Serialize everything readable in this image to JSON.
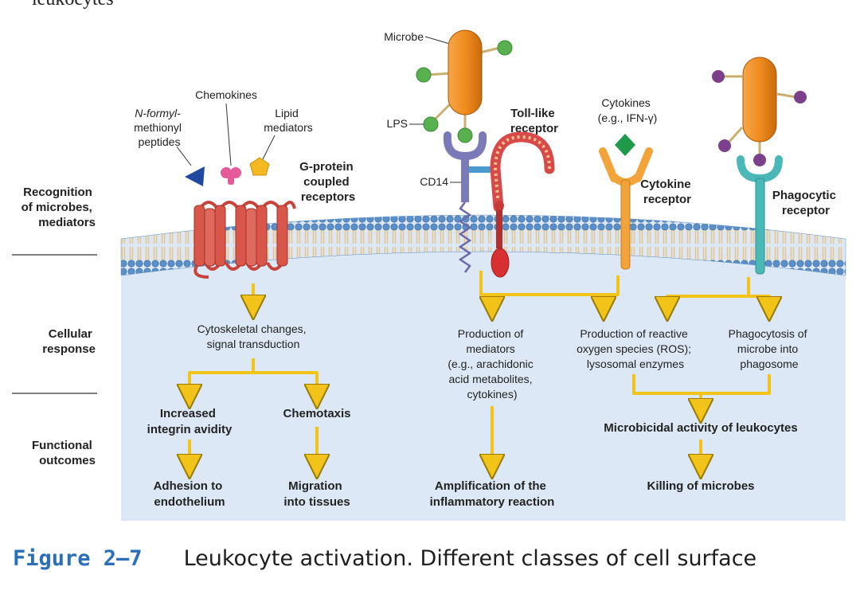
{
  "header_snippet": "leukocytes",
  "caption": {
    "figure_number": "Figure 2–7",
    "text": "Leukocyte activation. Different classes of cell surface"
  },
  "rows": {
    "recognition": [
      "Recognition",
      "of microbes,",
      "mediators"
    ],
    "cellular": [
      "Cellular",
      "response"
    ],
    "functional": [
      "Functional",
      "outcomes"
    ]
  },
  "ligands": {
    "formyl": [
      "N-formyl-",
      "methionyl",
      "peptides"
    ],
    "chemokines": "Chemokines",
    "lipid": [
      "Lipid",
      "mediators"
    ],
    "microbe": "Microbe",
    "lps": "LPS",
    "cd14": "CD14",
    "cytokines": [
      "Cytokines",
      "(e.g., IFN-γ)"
    ]
  },
  "receptors": {
    "gpcr": [
      "G-protein",
      "coupled",
      "receptors"
    ],
    "tlr": [
      "Toll-like",
      "receptor"
    ],
    "cytokine": [
      "Cytokine",
      "receptor"
    ],
    "phagocytic": [
      "Phagocytic",
      "receptor"
    ]
  },
  "responses": {
    "cytoskeletal": [
      "Cytoskeletal changes,",
      "signal transduction"
    ],
    "mediators": [
      "Production of",
      "mediators",
      "(e.g., arachidonic",
      "acid metabolites,",
      "cytokines)"
    ],
    "ros": [
      "Production of reactive",
      "oxygen species (ROS);",
      "lysosomal enzymes"
    ],
    "phagocytosis": [
      "Phagocytosis of",
      "microbe into",
      "phagosome"
    ]
  },
  "outcomes": {
    "integrin": [
      "Increased",
      "integrin avidity"
    ],
    "chemotaxis": "Chemotaxis",
    "adhesion": [
      "Adhesion to",
      "endothelium"
    ],
    "migration": [
      "Migration",
      "into tissues"
    ],
    "amplification": [
      "Amplification of the",
      "inflammatory reaction"
    ],
    "microbicidal": "Microbicidal activity of leukocytes",
    "killing": "Killing of microbes"
  },
  "colors": {
    "cell_fill": "#dce8f5",
    "membrane_head": "#5b8fc7",
    "membrane_tail": "#e6c690",
    "arrow": "#f2c318",
    "gpcr": "#d8564a",
    "tlr": "#d84a4a",
    "cd14": "#7a7ab8",
    "cytokine_receptor": "#f2a33a",
    "phagocytic_receptor": "#4bb8b8",
    "microbe": "#f08c1e",
    "lps_ball": "#59b04e",
    "phago_ball": "#7b3f8c",
    "formyl": "#1f4aa0",
    "chemokine": "#e65a9a",
    "lipid": "#f5b820",
    "cytokine_diamond": "#1f9a4a",
    "fig_label": "#2a6fb8"
  }
}
